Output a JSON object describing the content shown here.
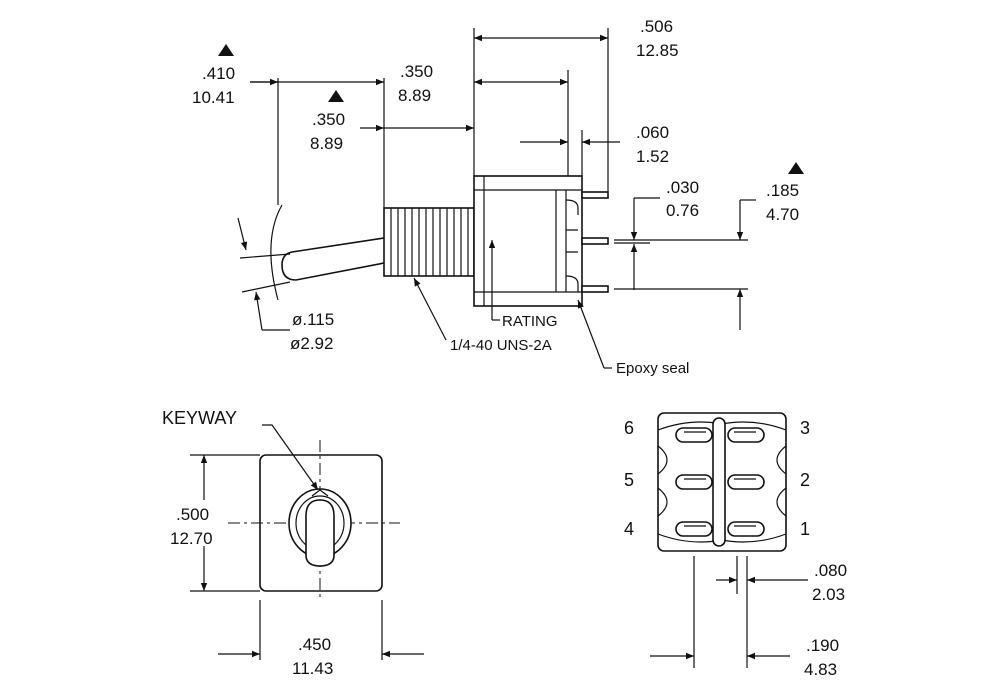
{
  "dims": {
    "handle_length": {
      "in": ".410",
      "mm": "10.41"
    },
    "bushing_length_left": {
      "in": ".350",
      "mm": "8.89"
    },
    "bushing_length_top": {
      "in": ".350",
      "mm": "8.89"
    },
    "body_length": {
      "in": ".506",
      "mm": "12.85"
    },
    "terminal_length": {
      "in": ".060",
      "mm": "1.52"
    },
    "terminal_width": {
      "in": ".030",
      "mm": "0.76"
    },
    "terminal_spacing": {
      "in": ".185",
      "mm": "4.70"
    },
    "tip_diameter": {
      "in": "ø.115",
      "mm": "ø2.92"
    },
    "body_height": {
      "in": ".500",
      "mm": "12.70"
    },
    "body_width": {
      "in": ".450",
      "mm": "11.43"
    },
    "pin_gap": {
      "in": ".080",
      "mm": "2.03"
    },
    "pin_pitch": {
      "in": ".190",
      "mm": "4.83"
    }
  },
  "labels": {
    "rating": "RATING",
    "thread": "1/4-40 UNS-2A",
    "epoxy": "Epoxy seal",
    "keyway": "KEYWAY"
  },
  "pins": [
    "6",
    "5",
    "4",
    "3",
    "2",
    "1"
  ]
}
